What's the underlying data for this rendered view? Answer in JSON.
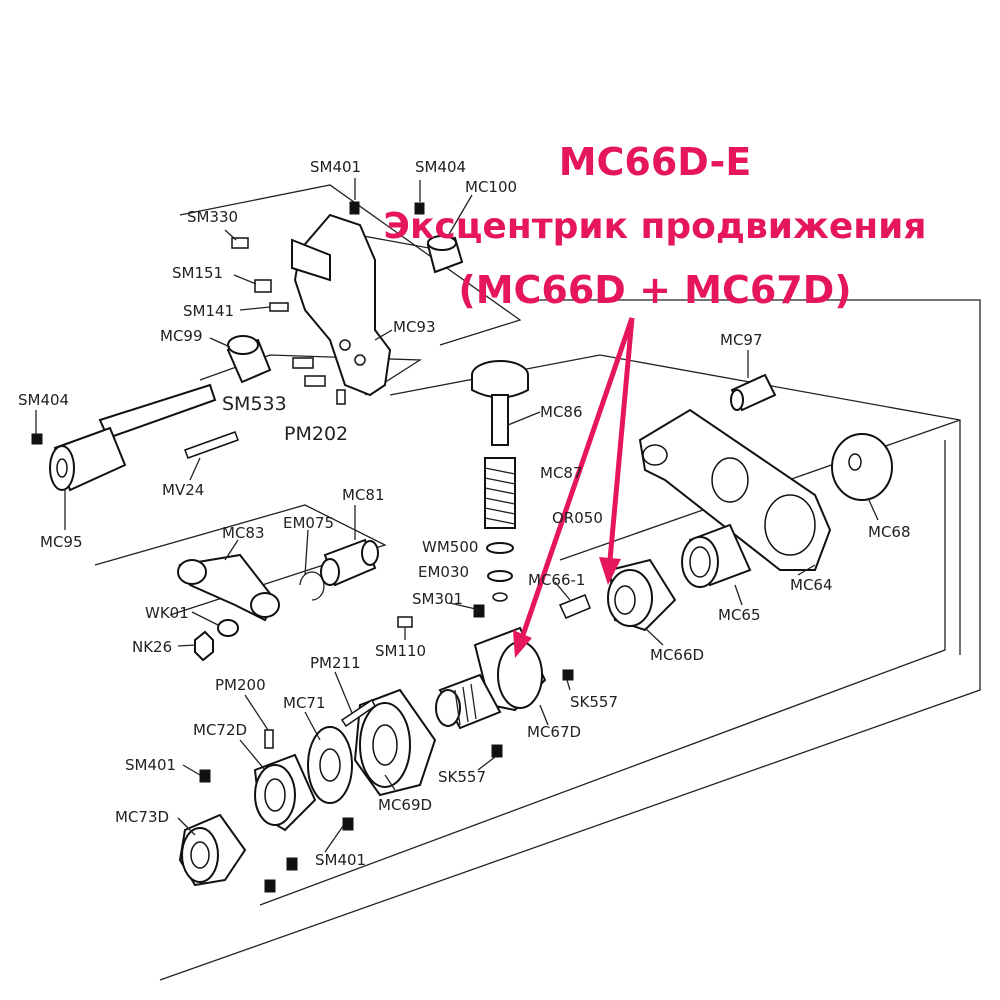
{
  "title": {
    "line1": "MC66D-E",
    "line2": "Эксцентрик продвижения",
    "line3": "(MC66D + MC67D)",
    "color": "#e5175a"
  },
  "labels": {
    "SM401_top": "SM401",
    "SM404_top": "SM404",
    "MC100": "MC100",
    "SM330": "SM330",
    "SM151": "SM151",
    "SM141": "SM141",
    "MC99": "MC99",
    "MC93": "MC93",
    "SM533": "SM533",
    "PM202": "PM202",
    "SM404_left": "SM404",
    "MV24": "MV24",
    "MC95": "MC95",
    "MC97": "MC97",
    "MC86": "MC86",
    "MC87": "MC87",
    "OR050": "OR050",
    "WM500": "WM500",
    "EM030": "EM030",
    "MC66_1": "MC66-1",
    "SM301": "SM301",
    "SM110": "SM110",
    "MC81": "MC81",
    "EM075": "EM075",
    "MC83": "MC83",
    "WK01": "WK01",
    "NK26": "NK26",
    "MC68": "MC68",
    "MC64": "MC64",
    "MC65": "MC65",
    "MC66D": "MC66D",
    "SK557_right": "SK557",
    "MC67D": "MC67D",
    "SK557_bottom": "SK557",
    "PM211": "PM211",
    "PM200": "PM200",
    "MC71": "MC71",
    "MC72D": "MC72D",
    "MC69D": "MC69D",
    "SM401_left": "SM401",
    "MC73D": "MC73D",
    "SM401_bottom": "SM401"
  }
}
